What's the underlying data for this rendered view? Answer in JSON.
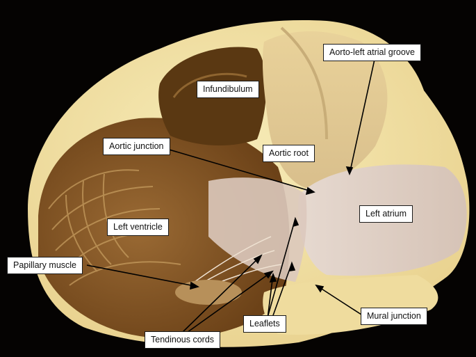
{
  "labels": {
    "infundibulum": "Infundibulum",
    "aortic_junction": "Aortic junction",
    "aortic_root": "Aortic root",
    "aorto_left_atrial_groove": "Aorto-left atrial groove",
    "left_atrium": "Left atrium",
    "left_ventricle": "Left ventricle",
    "papillary_muscle": "Papillary muscle",
    "mural_junction": "Mural junction",
    "leaflets": "Leaflets",
    "tendinous_cords": "Tendinous cords"
  },
  "colors": {
    "background": "#000000",
    "myocardium": "#8a5a26",
    "fat": "#f1e2a2",
    "valve_tissue": "#e4d6cc",
    "label_box": "#ffffff",
    "pointer_line": "#000000"
  }
}
